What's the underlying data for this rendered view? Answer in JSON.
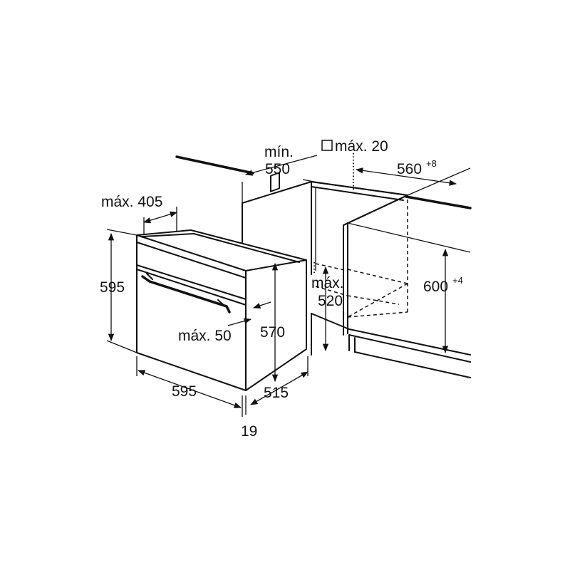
{
  "labels": {
    "min_550_a": "mín.",
    "min_550_b": "550",
    "max_20": "máx. 20",
    "w_560": "560",
    "w_560_tol": "+8",
    "max_405": "máx. 405",
    "h_595": "595",
    "h_600": "600",
    "h_600_tol": "+4",
    "max_520_a": "máx.",
    "max_520_b": "520",
    "max_50": "máx. 50",
    "d_570": "570",
    "w_595": "595",
    "d_515": "515",
    "d_19": "19"
  }
}
